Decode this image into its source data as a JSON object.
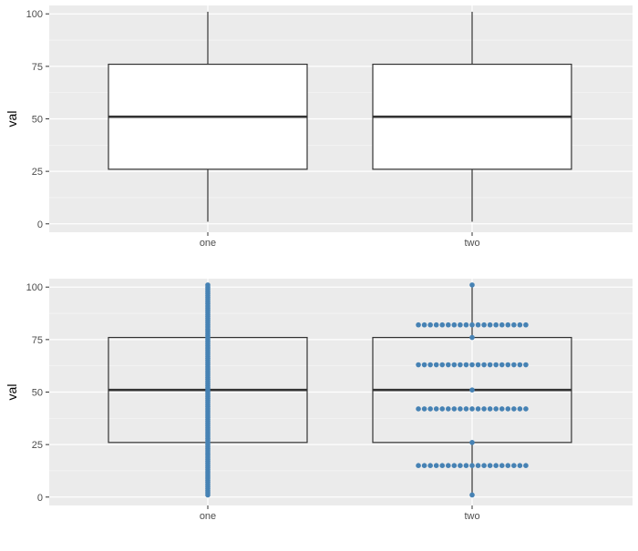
{
  "chart_data": [
    {
      "type": "box",
      "categories": [
        "one",
        "two"
      ],
      "ylabel": "val",
      "xlabel": "",
      "ylim": [
        -4,
        104
      ],
      "yticks": [
        0,
        25,
        50,
        75,
        100
      ],
      "boxes": [
        {
          "category": "one",
          "min": 1,
          "q1": 26,
          "median": 51,
          "q3": 76,
          "max": 101
        },
        {
          "category": "two",
          "min": 1,
          "q1": 26,
          "median": 51,
          "q3": 76,
          "max": 101
        }
      ],
      "grid": true,
      "points": null
    },
    {
      "type": "box",
      "categories": [
        "one",
        "two"
      ],
      "ylabel": "val",
      "xlabel": "",
      "ylim": [
        -4,
        104
      ],
      "yticks": [
        0,
        25,
        50,
        75,
        100
      ],
      "boxes": [
        {
          "category": "one",
          "min": 1,
          "q1": 26,
          "median": 51,
          "q3": 76,
          "max": 101
        },
        {
          "category": "two",
          "min": 1,
          "q1": 26,
          "median": 51,
          "q3": 76,
          "max": 101
        }
      ],
      "grid": true,
      "points": {
        "color": "#4682b4",
        "one": {
          "values_from": 1,
          "values_to": 101,
          "step": 1
        },
        "two": {
          "rows": [
            {
              "y": 15,
              "count": 19
            },
            {
              "y": 42,
              "count": 19
            },
            {
              "y": 63,
              "count": 19
            },
            {
              "y": 82,
              "count": 19
            }
          ],
          "single": [
            1,
            26,
            51,
            76,
            101
          ]
        }
      }
    }
  ]
}
